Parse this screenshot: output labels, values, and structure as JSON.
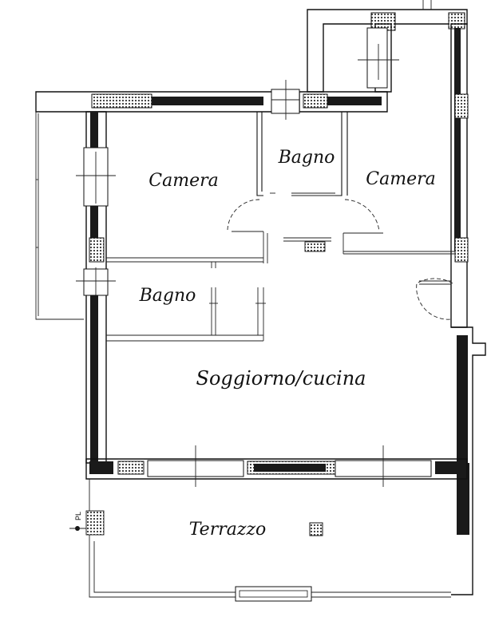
{
  "plan": {
    "rooms": {
      "camera_left": "Camera",
      "bagno_top": "Bagno",
      "camera_right": "Camera",
      "bagno_left": "Bagno",
      "soggiorno": "Soggiorno/cucina",
      "terrazzo": "Terrazzo"
    },
    "markers": {
      "pl": "PL"
    },
    "colors": {
      "ink": "#111111",
      "wall_fill": "#1a1a1a",
      "hatch": "#444444",
      "paper": "#ffffff"
    }
  }
}
